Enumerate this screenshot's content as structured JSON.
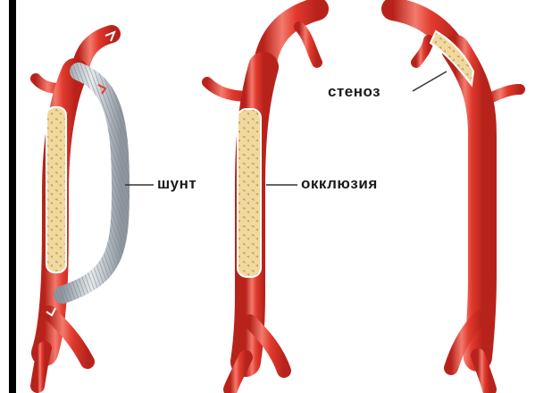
{
  "labels": {
    "shunt": "шунт",
    "occlusion": "окклюзия",
    "stenosis": "стеноз"
  },
  "colors": {
    "artery": "#e23a2e",
    "artery_dark": "#b7231b",
    "artery_light": "#f37a6d",
    "plaque": "#f0d9a0",
    "plaque_spot": "#c9a24f",
    "graft": "#c9cfd6",
    "graft_stripe": "#8e969f",
    "border": "#000000"
  }
}
